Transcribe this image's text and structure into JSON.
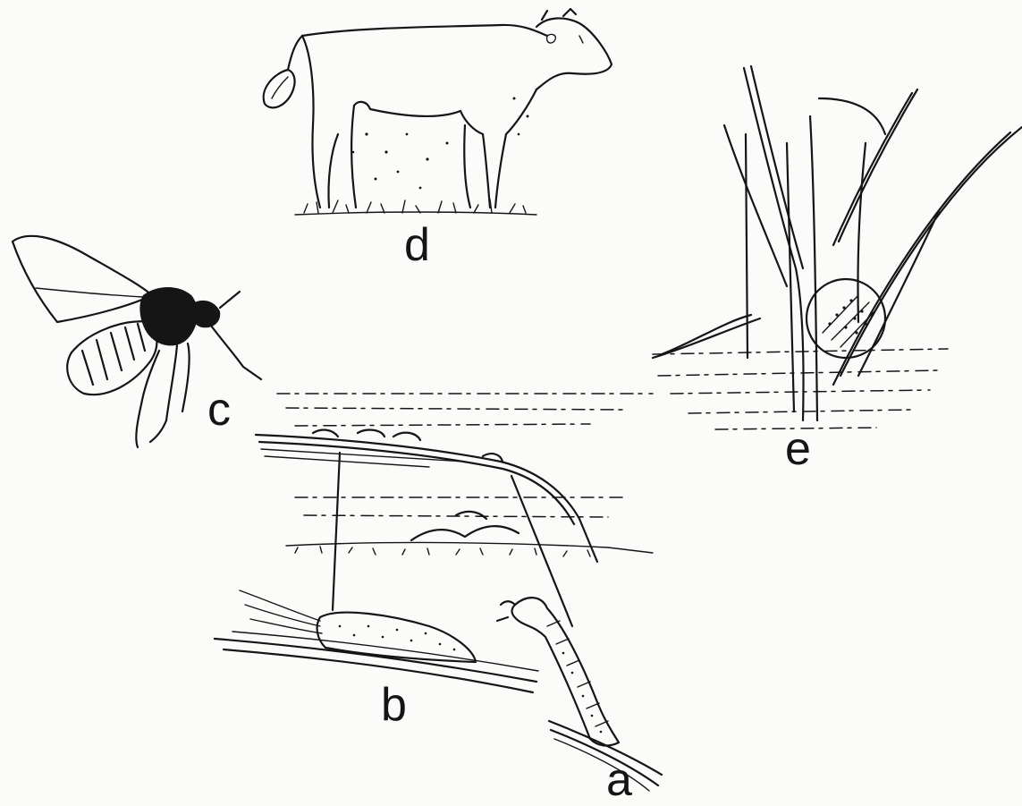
{
  "labels": {
    "a": "a",
    "b": "b",
    "c": "c",
    "d": "d",
    "e": "e"
  },
  "colors": {
    "ink": "#151515",
    "paper": "#fbfbf9"
  }
}
